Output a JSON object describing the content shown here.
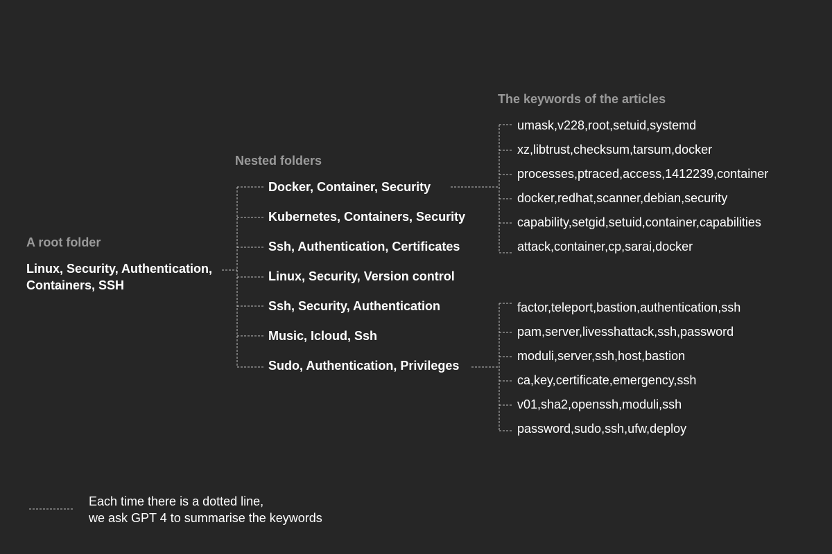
{
  "root": {
    "heading": "A root folder",
    "lines": [
      "Linux, Security, Authentication,",
      "Containers, SSH"
    ]
  },
  "nested": {
    "heading": "Nested folders",
    "items": [
      "Docker, Container, Security",
      "Kubernetes, Containers, Security",
      "Ssh, Authentication, Certificates",
      "Linux, Security, Version control",
      "Ssh, Security, Authentication",
      "Music, Icloud, Ssh",
      "Sudo, Authentication, Privileges"
    ]
  },
  "keywords": {
    "heading": "The keywords of the articles",
    "group1": [
      "umask,v228,root,setuid,systemd",
      "xz,libtrust,checksum,tarsum,docker",
      "processes,ptraced,access,1412239,container",
      "docker,redhat,scanner,debian,security",
      "capability,setgid,setuid,container,capabilities",
      "attack,container,cp,sarai,docker"
    ],
    "group2": [
      "factor,teleport,bastion,authentication,ssh",
      "pam,server,livesshattack,ssh,password",
      "moduli,server,ssh,host,bastion",
      "ca,key,certificate,emergency,ssh",
      "v01,sha2,openssh,moduli,ssh",
      "password,sudo,ssh,ufw,deploy"
    ]
  },
  "legend": {
    "lines": [
      "Each time there is a dotted line,",
      "we ask GPT 4 to summarise the keywords"
    ]
  }
}
